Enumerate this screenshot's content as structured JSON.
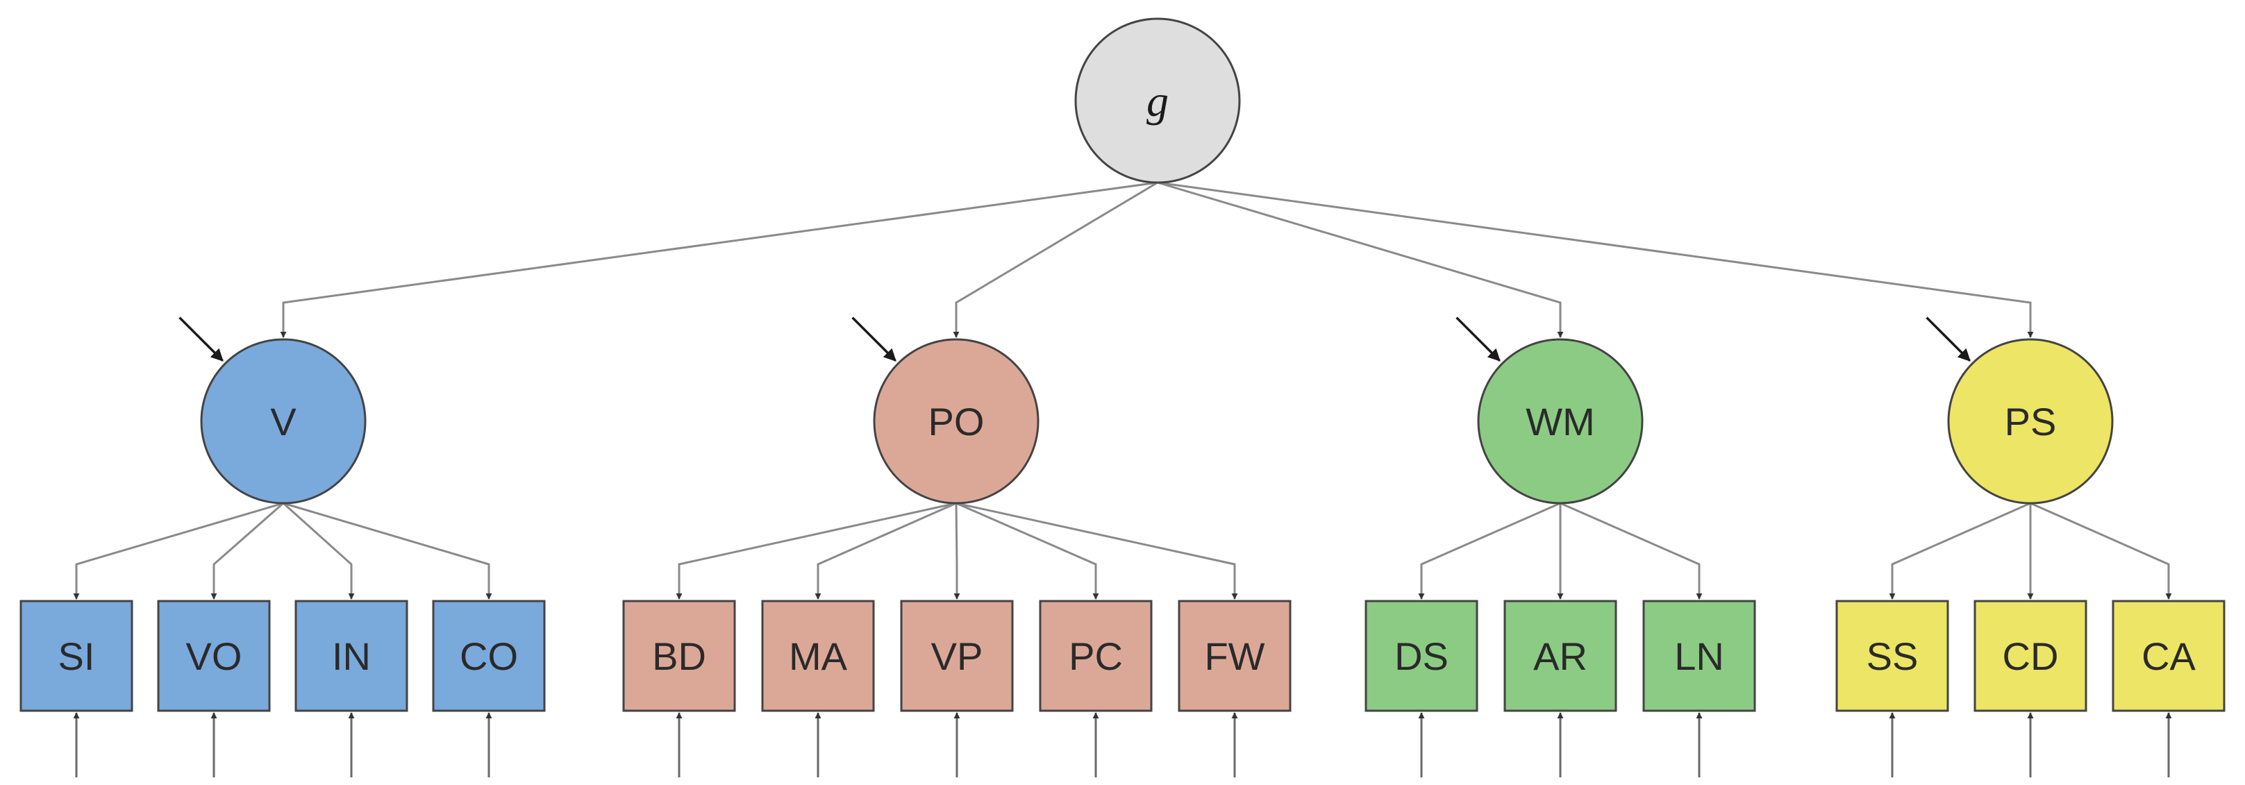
{
  "colors": {
    "general": "#dedede",
    "verbal": "#7aa9dc",
    "perceptual": "#dba898",
    "working_memory": "#8ccb84",
    "processing_speed": "#ede565",
    "stroke": "#444444",
    "line": "#8a8a8a"
  },
  "general_factor": {
    "label": "g"
  },
  "factors": [
    {
      "id": "V",
      "label": "V",
      "color_key": "verbal",
      "tests": [
        "SI",
        "VO",
        "IN",
        "CO"
      ]
    },
    {
      "id": "PO",
      "label": "PO",
      "color_key": "perceptual",
      "tests": [
        "BD",
        "MA",
        "VP",
        "PC",
        "FW"
      ]
    },
    {
      "id": "WM",
      "label": "WM",
      "color_key": "working_memory",
      "tests": [
        "DS",
        "AR",
        "LN"
      ]
    },
    {
      "id": "PS",
      "label": "PS",
      "color_key": "processing_speed",
      "tests": [
        "SS",
        "CD",
        "CA"
      ]
    }
  ]
}
